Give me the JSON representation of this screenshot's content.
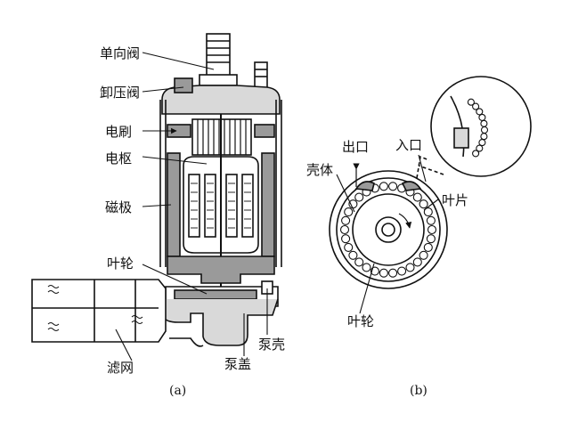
{
  "diagram_a": {
    "labels": {
      "check_valve": "单向阀",
      "relief_valve": "卸压阀",
      "brush": "电刷",
      "armature": "电枢",
      "magnet": "磁极",
      "impeller": "叶轮",
      "filter": "滤网",
      "pump_cover": "泵盖",
      "pump_housing": "泵壳"
    },
    "caption": "(a)"
  },
  "diagram_b": {
    "labels": {
      "outlet": "出口",
      "inlet": "入口",
      "housing": "壳体",
      "blade": "叶片",
      "impeller": "叶轮"
    },
    "caption": "(b)"
  },
  "colors": {
    "line": "#111111",
    "fill_gray": "#9a9a9a",
    "fill_light": "#d9d9d9",
    "background": "#ffffff"
  }
}
